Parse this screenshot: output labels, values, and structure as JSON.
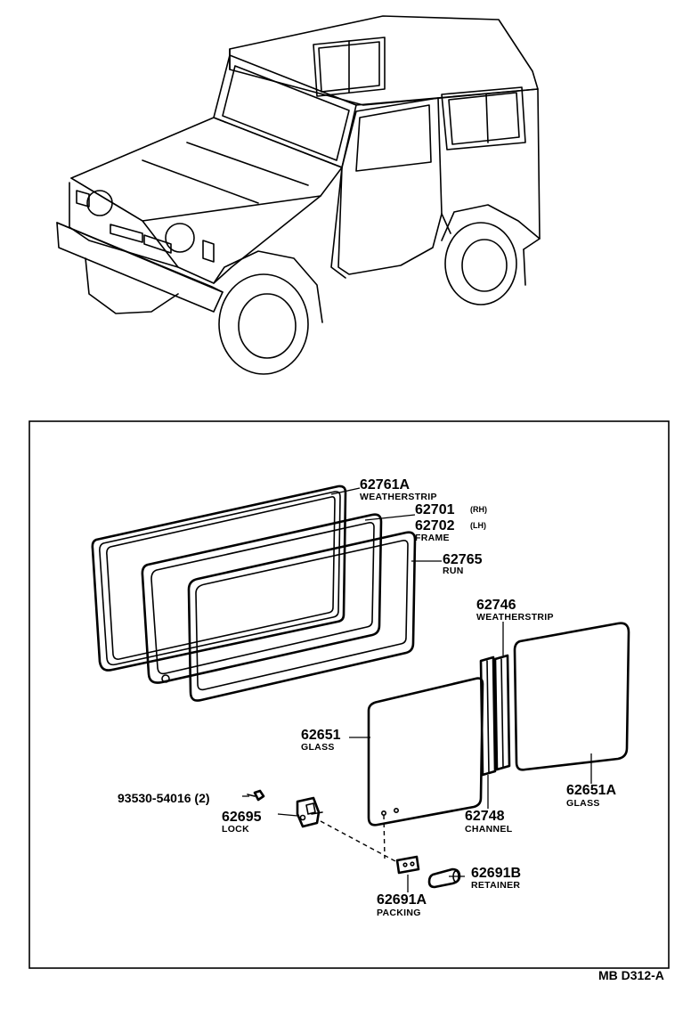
{
  "diagram_code": "MB D312-A",
  "parts": [
    {
      "number": "62761A",
      "name": "WEATHERSTRIP"
    },
    {
      "number": "62701",
      "suffix": "(RH)"
    },
    {
      "number": "62702",
      "suffix": "(LH)",
      "name": "FRAME"
    },
    {
      "number": "62765",
      "name": "RUN"
    },
    {
      "number": "62746",
      "name": "WEATHERSTRIP"
    },
    {
      "number": "62651",
      "name": "GLASS"
    },
    {
      "number": "62651A",
      "name": "GLASS"
    },
    {
      "number": "62748",
      "name": "CHANNEL"
    },
    {
      "number": "93530-54016 (2)"
    },
    {
      "number": "62695",
      "name": "LOCK"
    },
    {
      "number": "62691B",
      "name": "RETAINER"
    },
    {
      "number": "62691A",
      "name": "PACKING"
    }
  ]
}
